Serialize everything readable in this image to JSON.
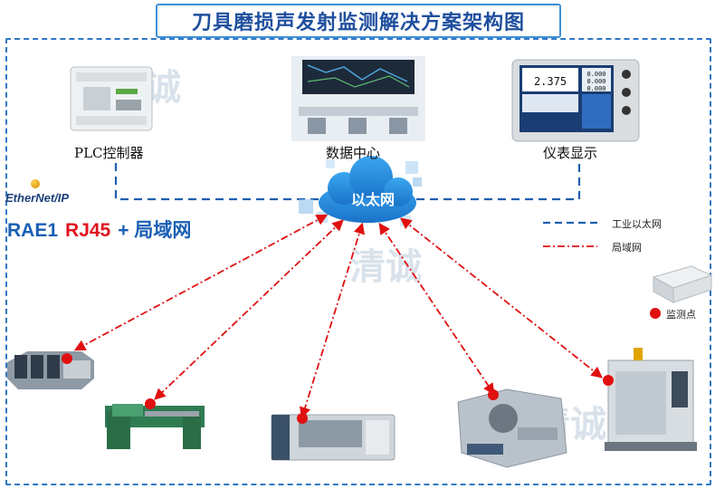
{
  "title": "刀具磨损声发射监测解决方案架构图",
  "nodes": {
    "plc": "PLC控制器",
    "datacenter": "数据中心",
    "meter": "仪表显示",
    "cloud": "以太网"
  },
  "ethernetip_logo": "EtherNet/IP",
  "protocol": {
    "part_a": "RAE1",
    "part_b": "RJ45",
    "part_c": "+ 局域网"
  },
  "legend": {
    "industrial_ethernet": "工业以太网",
    "lan": "局域网",
    "monitor_point": "监测点"
  },
  "meter_readings": {
    "main": "2.375",
    "small": [
      "0.000",
      "0.000",
      "0.000"
    ]
  },
  "watermark": "清诚",
  "colors": {
    "ethernet_line": "#1f5fb0",
    "lan_line": "#e01010",
    "monitor_dot": "#e01010"
  }
}
